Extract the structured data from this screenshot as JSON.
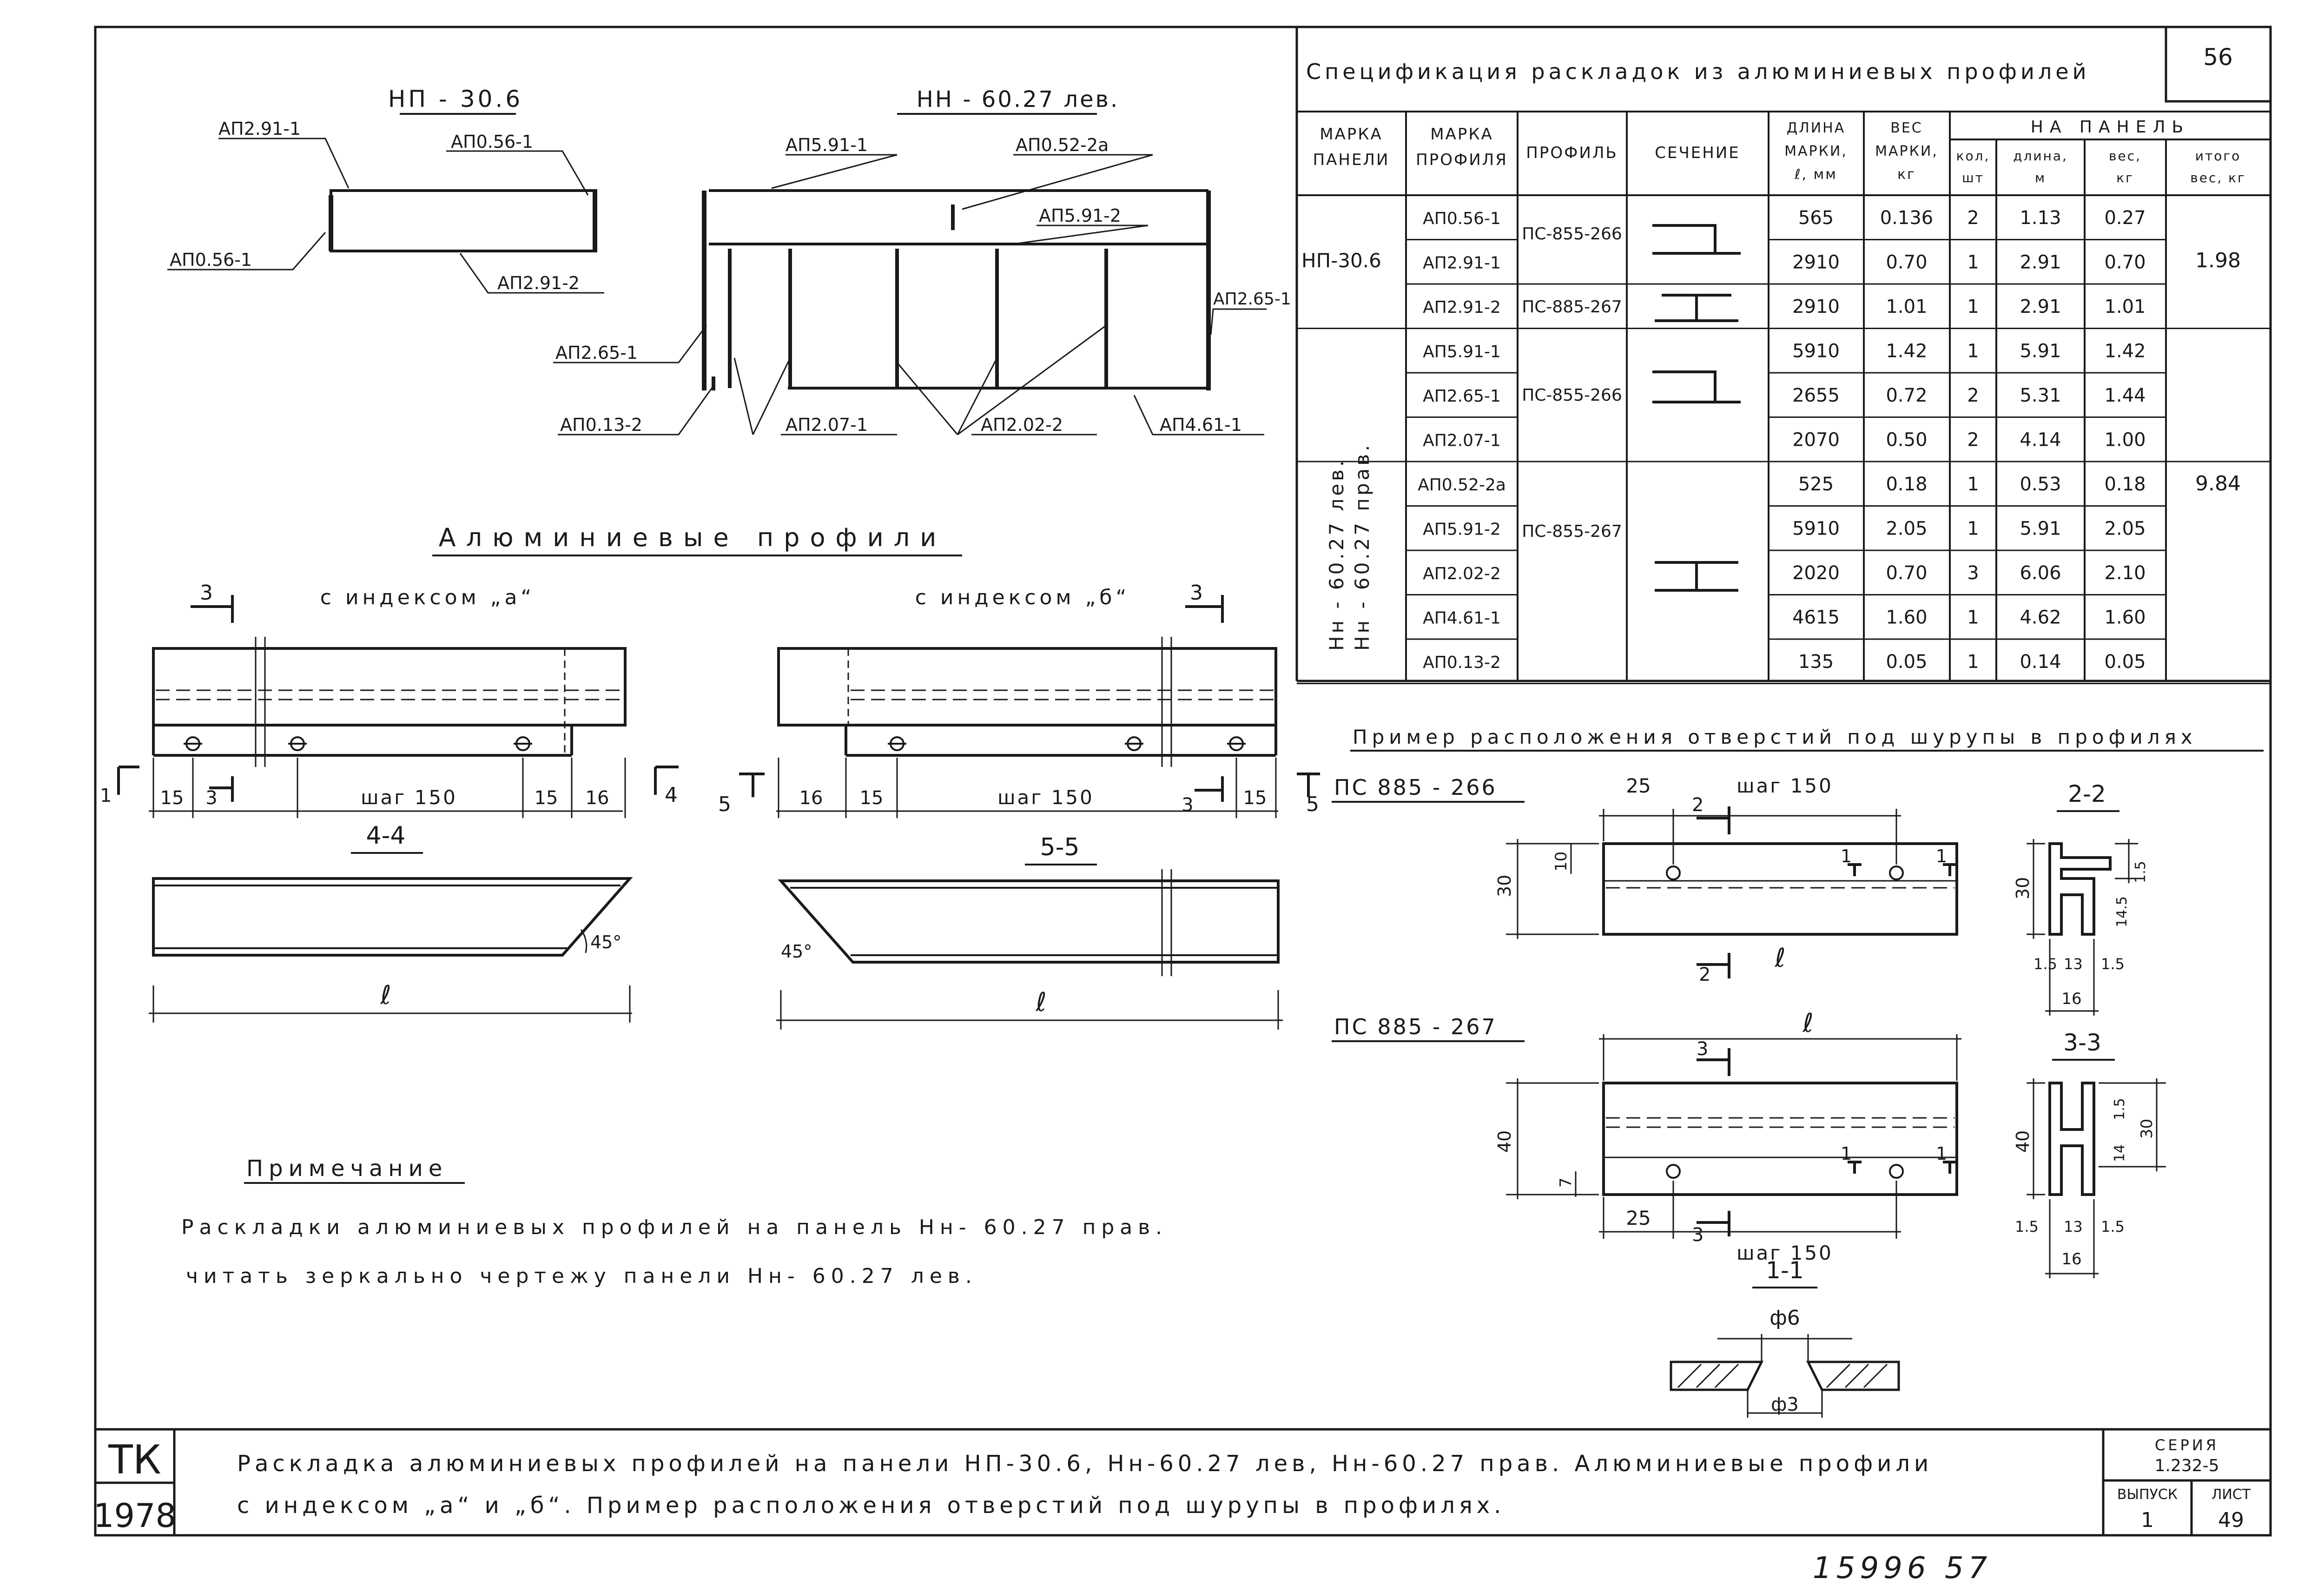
{
  "sheet_number": "56",
  "drawings": {
    "np306": {
      "title": "НП - 30.6",
      "labels": [
        "АП2.91-1",
        "АП0.56-1",
        "АП0.56-1",
        "АП2.91-2"
      ]
    },
    "nn6027": {
      "title": "НН - 60.27 лев.",
      "labels": [
        "АП5.91-1",
        "АП0.52-2а",
        "АП5.91-2",
        "АП2.65-1",
        "АП2.65-1",
        "АП0.13-2",
        "АП2.07-1",
        "АП2.02-2",
        "АП4.61-1"
      ]
    }
  },
  "profiles_section": {
    "title": "Алюминиевые профили",
    "index_a": "с индексом „а“",
    "index_b": "с индексом „б“",
    "mark3": "3",
    "mark4": "4",
    "mark5": "5",
    "mark1": "1",
    "dims_a": [
      "15",
      "3",
      "шаг 150",
      "15",
      "16"
    ],
    "dims_b": [
      "16",
      "15",
      "шаг 150",
      "3",
      "15"
    ],
    "section44": "4-4",
    "section55": "5-5",
    "angle": "45°",
    "length": "ℓ"
  },
  "note": {
    "title": "Примечание",
    "line1": "Раскладки алюминиевых профилей на панель Нн- 60.27 прав.",
    "line2": "читать зеркально чертежу панели Нн- 60.27 лев."
  },
  "spec_table": {
    "title": "Спецификация раскладок из алюминиевых профилей",
    "headers": {
      "panel_mark": "МАРКА ПАНЕЛИ",
      "profile_mark": "МАРКА ПРОФИЛЯ",
      "profile": "ПРОФИЛЬ",
      "section": "СЕЧЕНИЕ",
      "length_mark": "ДЛИНА МАРКИ, ℓ, мм",
      "weight_mark": "ВЕС МАРКИ, кг",
      "per_panel": "НА ПАНЕЛЬ",
      "qty": "кол, шт",
      "length_m": "длина, м",
      "weight_kg": "вес, кг",
      "total": "итого вес, кг"
    },
    "panel1": "НП-30.6",
    "panel2_a": "Нн - 60.27 лев.",
    "panel2_b": "Нн - 60.27 прав.",
    "groups": [
      {
        "profile": "ПС-855-266",
        "total": "1.98"
      },
      {
        "profile": "ПС-885-267",
        "total": ""
      },
      {
        "profile": "ПС-855-266",
        "total": "9.84"
      },
      {
        "profile": "ПС-855-267",
        "total": ""
      }
    ],
    "rows": [
      [
        "АП0.56-1",
        "565",
        "0.136",
        "2",
        "1.13",
        "0.27"
      ],
      [
        "АП2.91-1",
        "2910",
        "0.70",
        "1",
        "2.91",
        "0.70"
      ],
      [
        "АП2.91-2",
        "2910",
        "1.01",
        "1",
        "2.91",
        "1.01"
      ],
      [
        "АП5.91-1",
        "5910",
        "1.42",
        "1",
        "5.91",
        "1.42"
      ],
      [
        "АП2.65-1",
        "2655",
        "0.72",
        "2",
        "5.31",
        "1.44"
      ],
      [
        "АП2.07-1",
        "2070",
        "0.50",
        "2",
        "4.14",
        "1.00"
      ],
      [
        "АП0.52-2а",
        "525",
        "0.18",
        "1",
        "0.53",
        "0.18"
      ],
      [
        "АП5.91-2",
        "5910",
        "2.05",
        "1",
        "5.91",
        "2.05"
      ],
      [
        "АП2.02-2",
        "2020",
        "0.70",
        "3",
        "6.06",
        "2.10"
      ],
      [
        "АП4.61-1",
        "4615",
        "1.60",
        "1",
        "4.62",
        "1.60"
      ],
      [
        "АП0.13-2",
        "135",
        "0.05",
        "1",
        "0.14",
        "0.05"
      ]
    ]
  },
  "holes_example": {
    "title": "Пример расположения отверстий под шурупы в профилях",
    "ps266": "ПС 885 - 266",
    "ps267": "ПС 885 - 267",
    "step": "шаг 150",
    "d25": "25",
    "d30": "30",
    "d10": "10",
    "d40": "40",
    "d7": "7",
    "m1": "1",
    "m2": "2",
    "m3": "3",
    "length": "ℓ",
    "sec22": "2-2",
    "sec33": "3-3",
    "sec11": "1-1",
    "s15": "1.5",
    "s13": "13",
    "s16": "16",
    "s145": "14.5",
    "s14": "14",
    "d6": "ф6",
    "d3": "ф3"
  },
  "title_block": {
    "stamp_top": "ТК",
    "stamp_year": "1978",
    "line1": "Раскладка алюминиевых профилей на панели НП-30.6, Нн-60.27 лев, Нн-60.27 прав. Алюминиевые профили",
    "line2": "с индексом „а“ и „б“. Пример расположения отверстий под шурупы в профилях.",
    "series_label": "СЕРИЯ",
    "series_value": "1.232-5",
    "issue_label": "ВЫПУСК",
    "issue_value": "1",
    "sheet_label": "ЛИСТ",
    "sheet_value": "49"
  },
  "footer_number": "15996 57"
}
